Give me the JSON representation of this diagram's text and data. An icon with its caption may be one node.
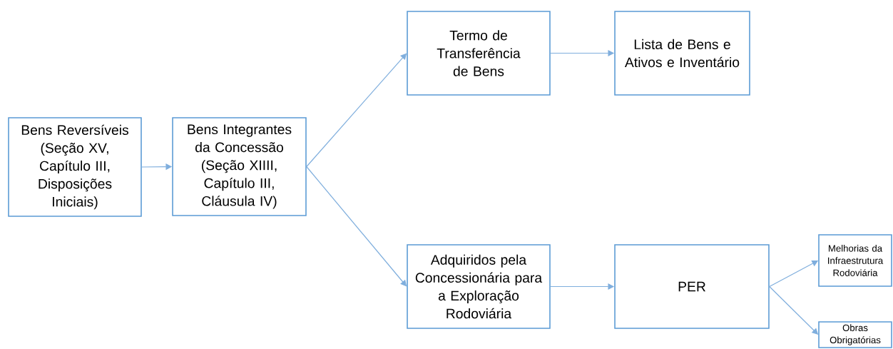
{
  "diagram": {
    "nodes": [
      {
        "text": [
          "Bens Reversíveis (Seção XV, Capítulo III, Disposições Iniciais)"
        ]
      },
      {
        "text": [
          "Bens Integrantes da Concessão (Seção XIIII, Capítulo III, Cláusula IV)"
        ]
      },
      {
        "text": [
          "Termo de Transferência de Bens"
        ]
      },
      {
        "text": [
          "Lista de Bens e Ativos e Inventário"
        ]
      },
      {
        "text": [
          "Adquiridos pela Concessionária para a Exploração Rodoviária"
        ]
      },
      {
        "text": [
          "PER"
        ]
      },
      {
        "text": [
          "Melhorias da Infraestrutura Rodoviária"
        ]
      },
      {
        "text": [
          "Obras Obrigatórias"
        ]
      }
    ],
    "edges": [
      {
        "from": 0,
        "to": 1,
        "arrow": "to"
      },
      {
        "from": 1,
        "to": 2,
        "arrow": "to"
      },
      {
        "from": 1,
        "to": 4,
        "arrow": "to"
      },
      {
        "from": 2,
        "to": 3,
        "arrow": "to"
      },
      {
        "from": 4,
        "to": 5,
        "arrow": "to"
      },
      {
        "from": 5,
        "to": 6,
        "arrow": "to"
      },
      {
        "from": 5,
        "to": 7,
        "arrow": "to"
      }
    ]
  }
}
